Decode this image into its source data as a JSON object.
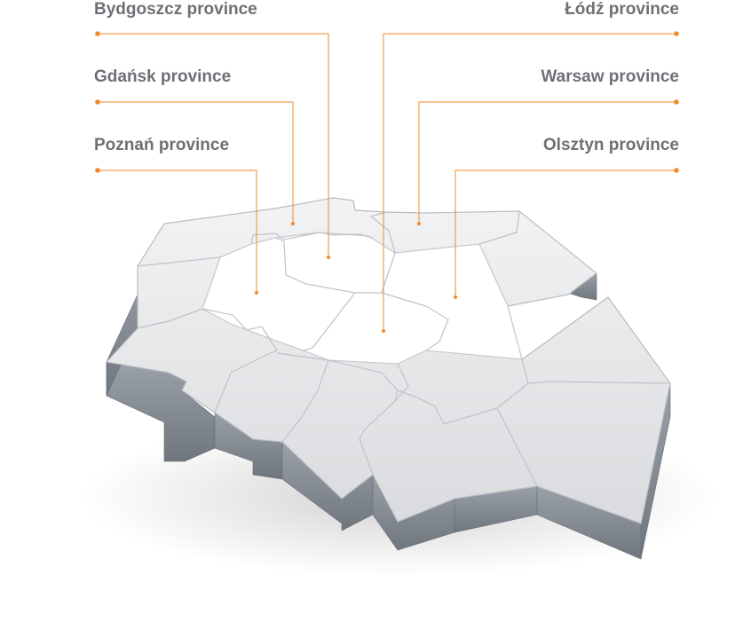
{
  "labels": {
    "bydgoszcz": "Bydgoszcz province",
    "gdansk": "Gdańsk province",
    "poznan": "Poznań province",
    "lodz": "Łódź province",
    "warsaw": "Warsaw province",
    "olsztyn": "Olsztyn province"
  },
  "colors": {
    "leader_line": "#f08a2a",
    "label_text": "#6d7075",
    "map_top": "#e6e7e9",
    "map_side": "#858c94",
    "highlight": "#ffffff"
  }
}
